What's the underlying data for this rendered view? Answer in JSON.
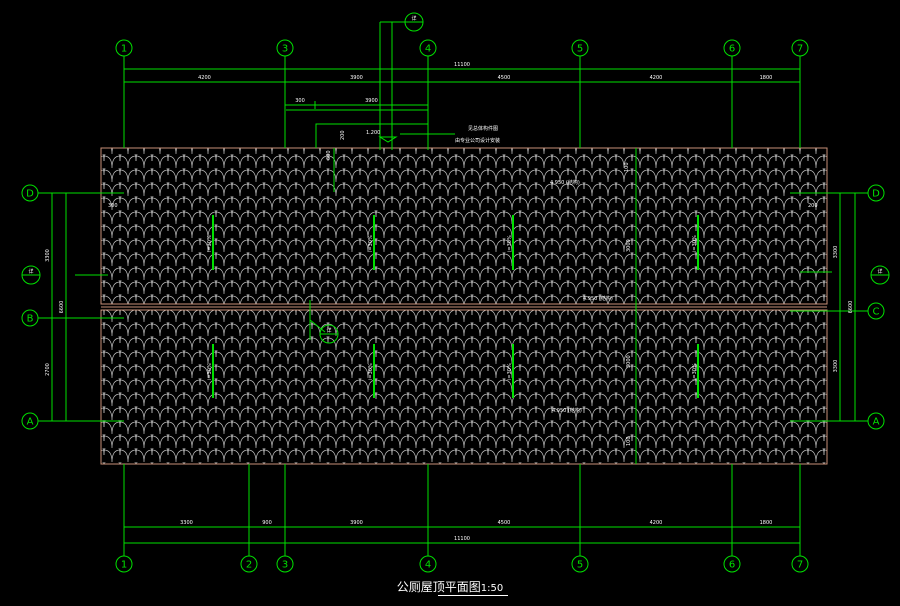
{
  "drawing": {
    "title": "公厕屋顶平面图",
    "scale": "1:50",
    "top_axes": [
      "1",
      "3",
      "4",
      "5",
      "6",
      "7"
    ],
    "bottom_axes": [
      "1",
      "2",
      "3",
      "4",
      "5",
      "6",
      "7"
    ],
    "left_axes": [
      "D",
      "B",
      "A"
    ],
    "right_axes": [
      "D",
      "C",
      "A"
    ],
    "top_dims": [
      "4200",
      "3900",
      "4500",
      "4200",
      "1800"
    ],
    "top_total": "11100",
    "upper_dims": [
      "300",
      "3900"
    ],
    "bottom_dims": [
      "3300",
      "900",
      "3900",
      "4500",
      "4200",
      "1800"
    ],
    "bottom_total": "11100",
    "left_dims": [
      "3300",
      "6600",
      "2700"
    ],
    "right_dims": [
      "3300",
      "6600",
      "3300"
    ],
    "notes": [
      "见总体构件图",
      "由专业公司设计安装"
    ],
    "elev_labels": [
      "4.950 (结构)",
      "4.950 (结构)",
      "4.950 (结构)"
    ],
    "slope_labels": [
      "i=30%",
      "i=30%",
      "i=30%",
      "i=30%",
      "i=30%",
      "i=30%",
      "i=30%",
      "i=30%"
    ],
    "detail_marks": [
      "详",
      "详",
      "详",
      "详"
    ],
    "misc_dims": [
      "100",
      "3000",
      "3000",
      "100",
      "300",
      "200",
      "200",
      "600",
      "1.200"
    ]
  },
  "colors": {
    "grid": "#00e000",
    "roof": "#c89078",
    "text": "#ffffff",
    "background": "#000000"
  }
}
